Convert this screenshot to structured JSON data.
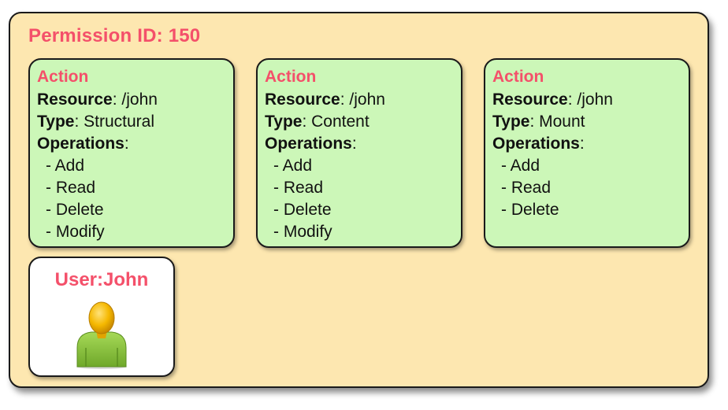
{
  "permission": {
    "title": "Permission ID: 150"
  },
  "actions": [
    {
      "title": "Action",
      "resource_key": "Resource",
      "resource_value": ": /john",
      "type_key": "Type",
      "type_value": ": Structural",
      "operations_key": "Operations",
      "operations_suffix": ":",
      "operations": [
        "- Add",
        "- Read",
        "- Delete",
        "- Modify"
      ]
    },
    {
      "title": "Action",
      "resource_key": "Resource",
      "resource_value": ": /john",
      "type_key": "Type",
      "type_value": ": Content",
      "operations_key": "Operations",
      "operations_suffix": ":",
      "operations": [
        "- Add",
        "- Read",
        "- Delete",
        "- Modify"
      ]
    },
    {
      "title": "Action",
      "resource_key": "Resource",
      "resource_value": ": /john",
      "type_key": "Type",
      "type_value": ": Mount",
      "operations_key": "Operations",
      "operations_suffix": ":",
      "operations": [
        "- Add",
        "- Read",
        "- Delete"
      ]
    }
  ],
  "user": {
    "title": "User:John",
    "icon": "user-icon"
  },
  "colors": {
    "background_panel": "#fde7b0",
    "action_card": "#ccf7b8",
    "title_red": "#f4506a",
    "user_body": "#8cc63f",
    "user_head": "#f5b800"
  }
}
